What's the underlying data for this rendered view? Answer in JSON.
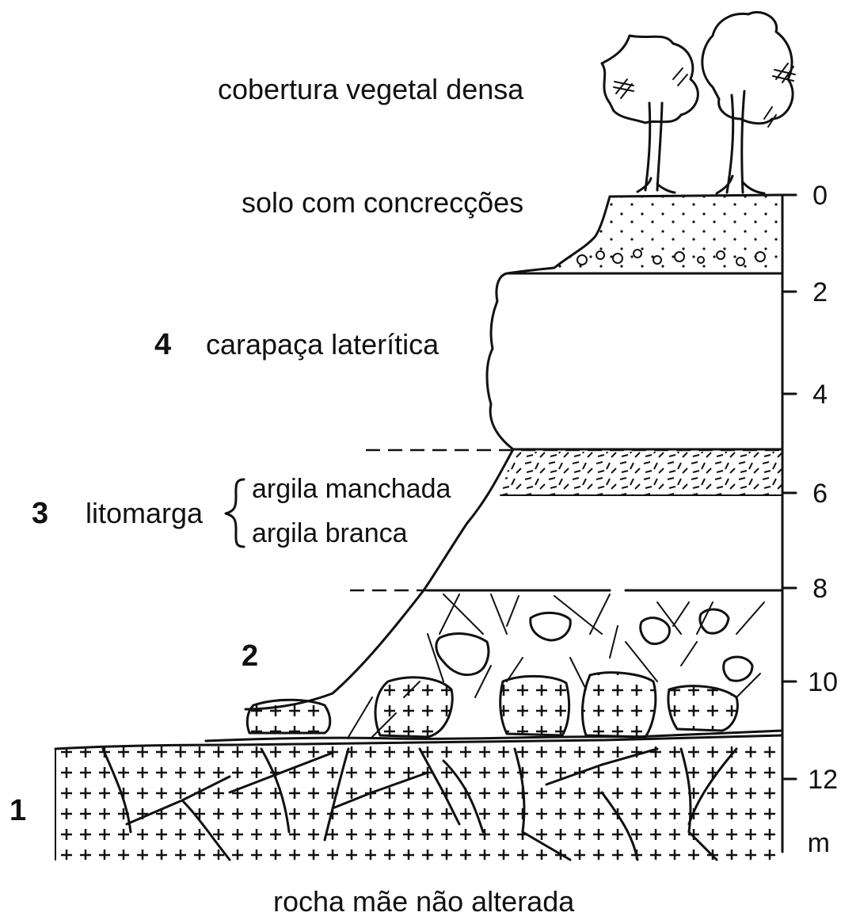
{
  "labels": {
    "vegetation": "cobertura vegetal densa",
    "soil": "solo com concrecções",
    "carapace": "carapaça laterítica",
    "litomarga": "litomarga",
    "argila_manchada": "argila manchada",
    "argila_branca": "argila branca",
    "bedrock": "rocha mãe não alterada"
  },
  "horizons": {
    "h1": "1",
    "h2": "2",
    "h3": "3",
    "h4": "4"
  },
  "scale": {
    "unit": "m",
    "ticks": [
      "0",
      "2",
      "4",
      "6",
      "8",
      "10",
      "12"
    ]
  }
}
